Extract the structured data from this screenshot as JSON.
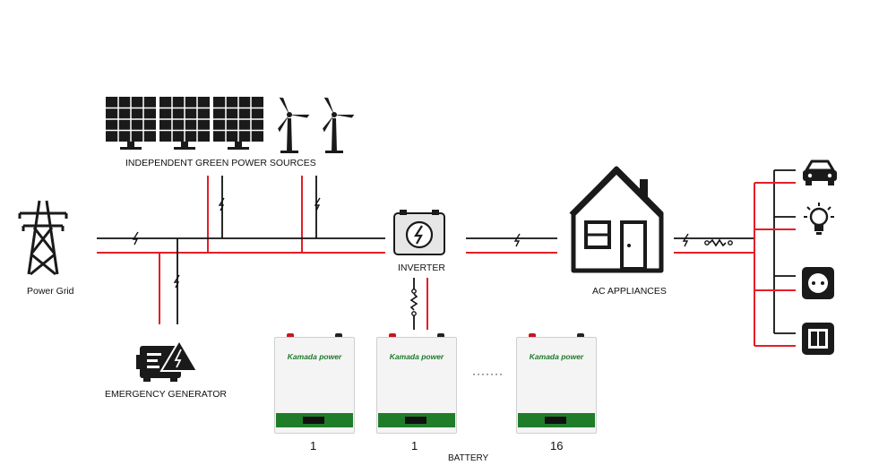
{
  "labels": {
    "green_sources": "INDEPENDENT GREEN POWER SOURCES",
    "power_grid": "Power Grid",
    "inverter": "INVERTER",
    "ac_appliances": "AC APPLIANCES",
    "emergency_generator": "EMERGENCY GENERATOR",
    "battery": "BATTERY"
  },
  "batteries": [
    {
      "brand": "Kamada power",
      "number": "1"
    },
    {
      "brand": "Kamada power",
      "number": "1"
    },
    {
      "brand": "Kamada power",
      "number": "16"
    }
  ],
  "ellipsis": "·······",
  "icons": {
    "sources": [
      "solar-panel-icon",
      "solar-panel-icon",
      "solar-panel-icon",
      "wind-turbine-icon",
      "wind-turbine-icon"
    ],
    "grid": "transmission-tower-icon",
    "inverter": "inverter-icon",
    "house": "house-icon",
    "generator": "generator-icon",
    "appliances": [
      "car-icon",
      "light-bulb-icon",
      "power-socket-icon",
      "switch-icon"
    ],
    "fuse": "fuse-icon"
  },
  "colors": {
    "positive_line": "#e41e26",
    "neutral_line": "#111111",
    "battery_panel": "#1f7d2a",
    "battery_brand": "#1d7a2a"
  }
}
